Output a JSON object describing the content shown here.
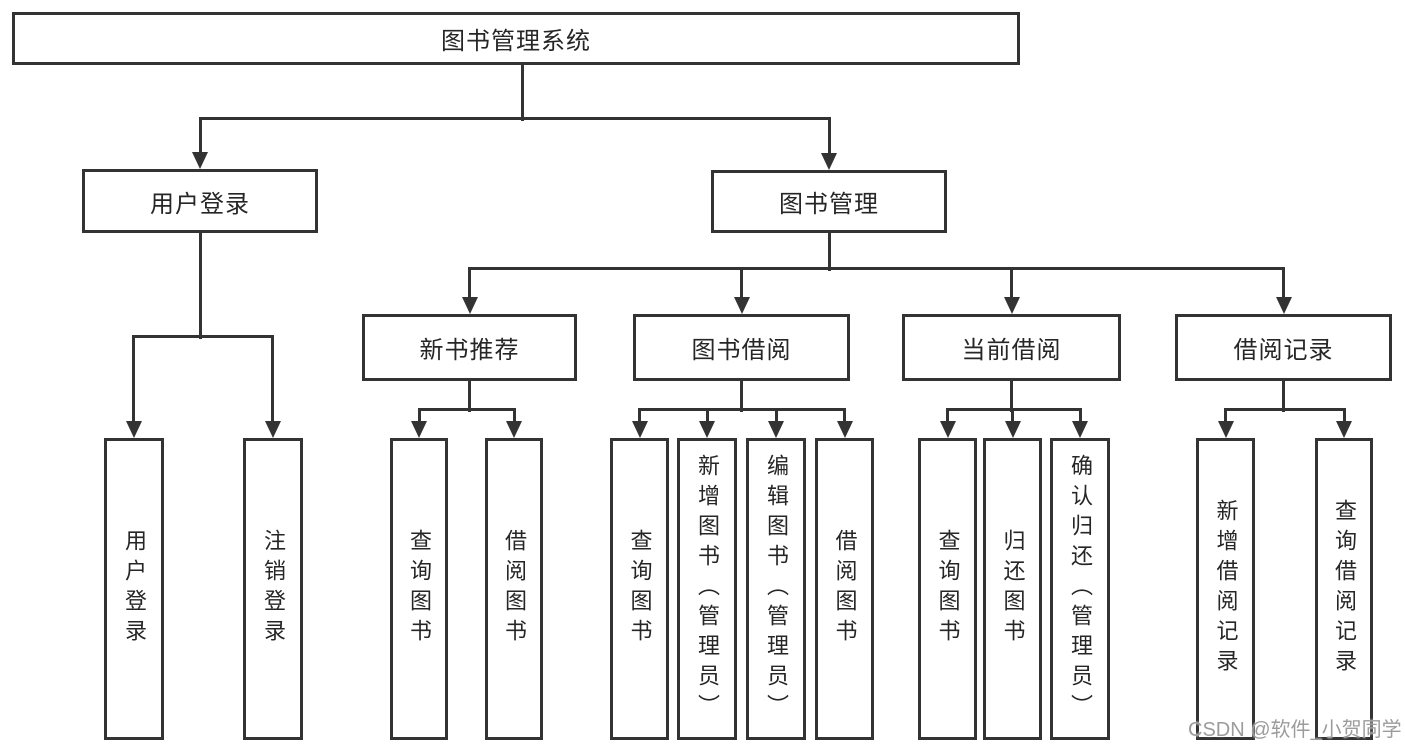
{
  "diagram_type": "hierarchy-tree",
  "tree": {
    "label": "图书管理系统",
    "children": [
      {
        "label": "用户登录",
        "children": [
          {
            "label": "用户登录"
          },
          {
            "label": "注销登录"
          }
        ]
      },
      {
        "label": "图书管理",
        "children": [
          {
            "label": "新书推荐",
            "children": [
              {
                "label": "查询图书"
              },
              {
                "label": "借阅图书"
              }
            ]
          },
          {
            "label": "图书借阅",
            "children": [
              {
                "label": "查询图书"
              },
              {
                "label": "新增图书（管理员）"
              },
              {
                "label": "编辑图书（管理员）"
              },
              {
                "label": "借阅图书"
              }
            ]
          },
          {
            "label": "当前借阅",
            "children": [
              {
                "label": "查询图书"
              },
              {
                "label": "归还图书"
              },
              {
                "label": "确认归还（管理员）"
              }
            ]
          },
          {
            "label": "借阅记录",
            "children": [
              {
                "label": "新增借阅记录"
              },
              {
                "label": "查询借阅记录"
              }
            ]
          }
        ]
      }
    ]
  },
  "watermark": "CSDN @软件_小贺同学",
  "colors": {
    "line": "#333333",
    "text": "#262626",
    "watermark": "#9c9c9c",
    "background": "#ffffff"
  }
}
